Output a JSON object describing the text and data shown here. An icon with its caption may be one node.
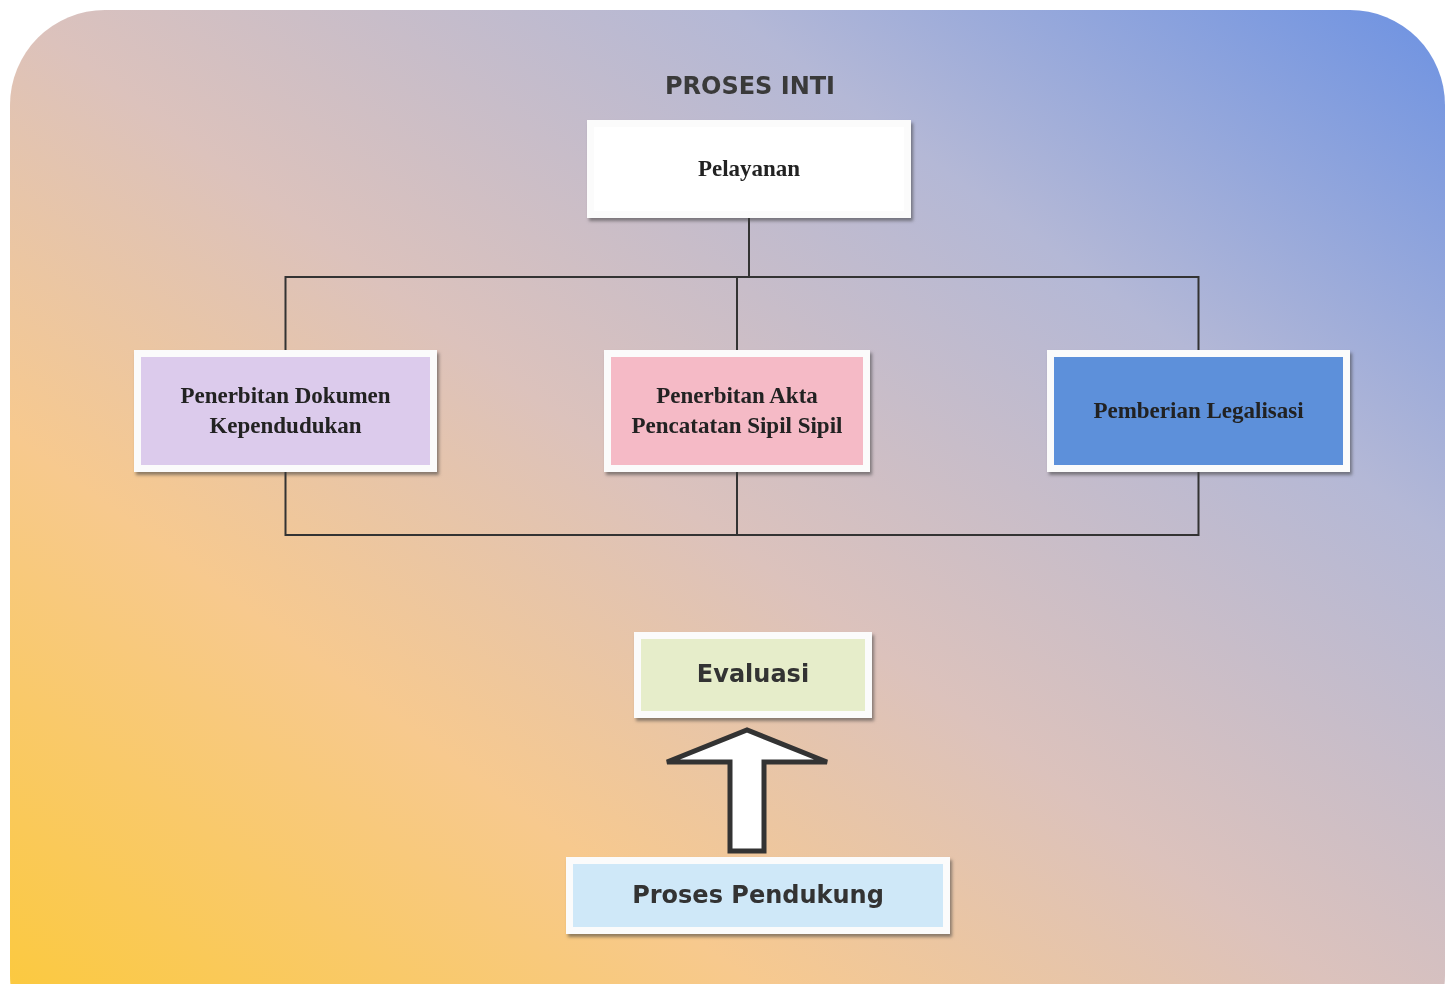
{
  "diagram": {
    "title": "PROSES INTI",
    "nodes": [
      {
        "text": [
          "Pelayanan"
        ]
      },
      {
        "text": [
          "Penerbitan Dokumen Kependudukan"
        ]
      },
      {
        "text": [
          "Penerbitan Akta Pencatatan Sipil Sipil"
        ]
      },
      {
        "text": [
          "Pemberian Legalisasi"
        ]
      },
      {
        "text": [
          "Evaluasi"
        ]
      },
      {
        "text": [
          "Proses Pendukung"
        ]
      }
    ],
    "edges": [
      {
        "from": 0,
        "to": 1,
        "arrow": "none"
      },
      {
        "from": 0,
        "to": 2,
        "arrow": "none"
      },
      {
        "from": 0,
        "to": 3,
        "arrow": "none"
      },
      {
        "from": 1,
        "to": 2,
        "arrow": "none"
      },
      {
        "from": 2,
        "to": 3,
        "arrow": "none"
      },
      {
        "from": 5,
        "to": 4,
        "arrow": "to",
        "style": "thick"
      }
    ]
  }
}
